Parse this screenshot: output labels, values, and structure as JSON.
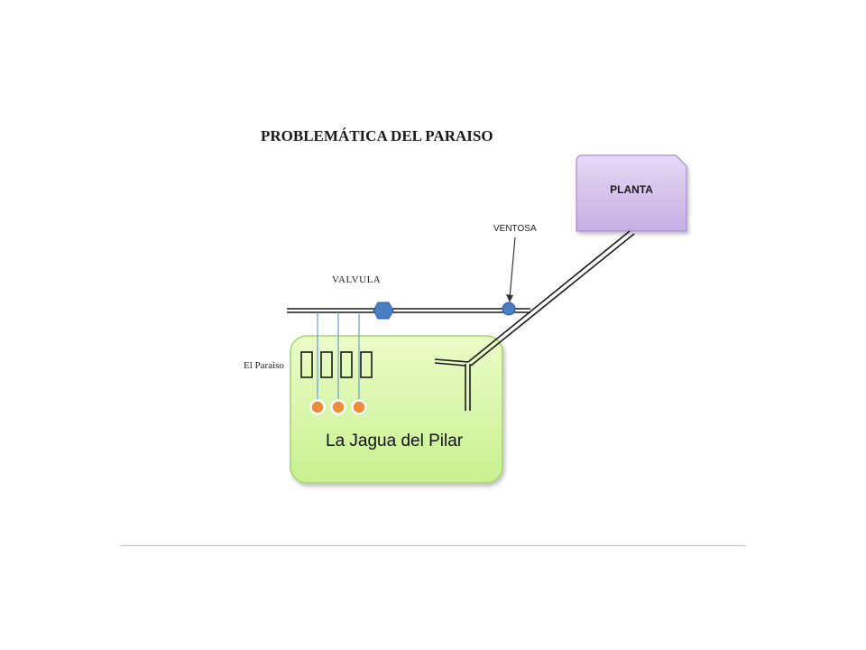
{
  "title": "PROBLEMÁTICA DEL PARAISO",
  "labels": {
    "planta": "PLANTA",
    "ventosa": "VENTOSA",
    "valvula": "VALVULA",
    "paraiso": "El Paraiso",
    "jagua": "La Jagua del Pilar"
  },
  "colors": {
    "planta_fill": "#c9b3e6",
    "planta_stroke": "#a58ccf",
    "zone_fill": "#ccf29c",
    "zone_stroke": "#a4d36d",
    "valve_fill": "#4a7fc4",
    "node_fill": "#ef8c3c",
    "well_line": "#6a9bd6",
    "pipe": "#1a1a1a"
  },
  "icons": {
    "valve": "hexagon-valve-icon",
    "vent": "circle-vent-icon",
    "wells": "orange-dot-icon"
  }
}
